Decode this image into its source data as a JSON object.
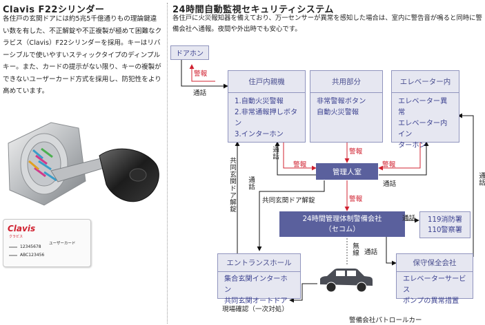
{
  "left": {
    "title": "Clavis F22シリンダー",
    "description": "各住戸の玄関ドアには約5兆5千億通りもの理論鍵違い数を有した、不正解錠や不正複製が極めて困難なクラビス（Clavis）F22シリンダーを採用。キーはリバーシブルで使いやすいスティックタイプのディンプルキー。また、カードの提示がない限り、キーの複製ができないユーザーカード方式を採用し、防犯性をより高めています。",
    "card": {
      "brand": "Clavis",
      "brand_sub": "クラビス",
      "card_label": "ユーザーカード",
      "number1": "12345678",
      "number2": "ABC123456"
    }
  },
  "right": {
    "title": "24時間自動監視セキュリティシステム",
    "description": "各住戸に火災報知器を備えており、万一センサーが異常を感知した場合は、室内に警告音が鳴ると同時に警備会社へ通報。夜間や外出時でも安心です。"
  },
  "diagram": {
    "door_phone": "ドアホン",
    "unit": {
      "title": "住戸内親機",
      "items": [
        "1.自動火災警報",
        "2.非常通報押しボタン",
        "3.インターホン"
      ]
    },
    "common": {
      "title": "共用部分",
      "items": [
        "非常警報ボタン",
        "自動火災警報"
      ]
    },
    "elevator": {
      "title": "エレベーター内",
      "items": [
        "エレベーター異常",
        "エレベーター内イン",
        "ターホン"
      ]
    },
    "manager": "管理人室",
    "security_company": {
      "line1": "24時間管理体制警備会社",
      "line2": "（セコム）"
    },
    "fire_police": {
      "line1": "119消防署",
      "line2": "110警察署"
    },
    "entrance": {
      "title": "エントランスホール",
      "items": [
        "集合玄関インターホン",
        "共同玄関オートドア"
      ]
    },
    "maintenance": {
      "title": "保守保全会社",
      "items": [
        "エレベーターサービス",
        "ポンプの異常措置"
      ]
    },
    "labels": {
      "alarm": "警報",
      "call": "通話",
      "shared_door_unlock_v": "共同玄関ドア解錠",
      "shared_door_unlock": "共同玄関ドア解錠",
      "wireless": "無線",
      "onsite_check": "現場確認（一次対処）",
      "patrol_car": "警備会社パトロールカー"
    }
  },
  "colors": {
    "box_bg": "#e6e7f1",
    "box_border": "#8f93bd",
    "box_text": "#3c4290",
    "dark_box": "#5a609d",
    "alarm_red": "#d0202f"
  }
}
